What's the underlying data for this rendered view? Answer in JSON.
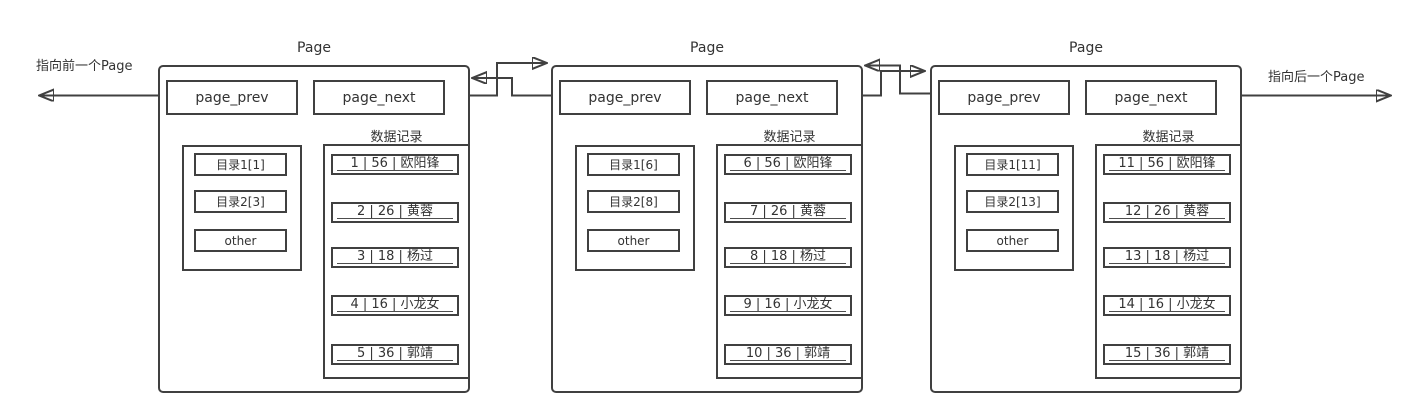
{
  "labels": {
    "prev_arrow": "指向前一个Page",
    "next_arrow": "指向后一个Page"
  },
  "colors": {
    "line": "#404040",
    "text": "#333333",
    "background": "#ffffff"
  },
  "pages": [
    {
      "title": "Page",
      "page_prev": "page_prev",
      "page_next": "page_next",
      "records_title": "数据记录",
      "directory": [
        "目录1[1]",
        "目录2[3]",
        "other"
      ],
      "records": [
        "1 | 56 | 欧阳锋",
        "2 | 26 | 黄蓉",
        "3 | 18 | 杨过",
        "4 | 16 | 小龙女",
        "5 | 36 | 郭靖"
      ]
    },
    {
      "title": "Page",
      "page_prev": "page_prev",
      "page_next": "page_next",
      "records_title": "数据记录",
      "directory": [
        "目录1[6]",
        "目录2[8]",
        "other"
      ],
      "records": [
        "6 | 56 | 欧阳锋",
        "7 | 26 | 黄蓉",
        "8 | 18 | 杨过",
        "9 | 16 | 小龙女",
        "10 | 36 | 郭靖"
      ]
    },
    {
      "title": "Page",
      "page_prev": "page_prev",
      "page_next": "page_next",
      "records_title": "数据记录",
      "directory": [
        "目录1[11]",
        "目录2[13]",
        "other"
      ],
      "records": [
        "11 | 56 | 欧阳锋",
        "12 | 26 | 黄蓉",
        "13 | 18 | 杨过",
        "14 | 16 | 小龙女",
        "15 | 36 | 郭靖"
      ]
    }
  ]
}
